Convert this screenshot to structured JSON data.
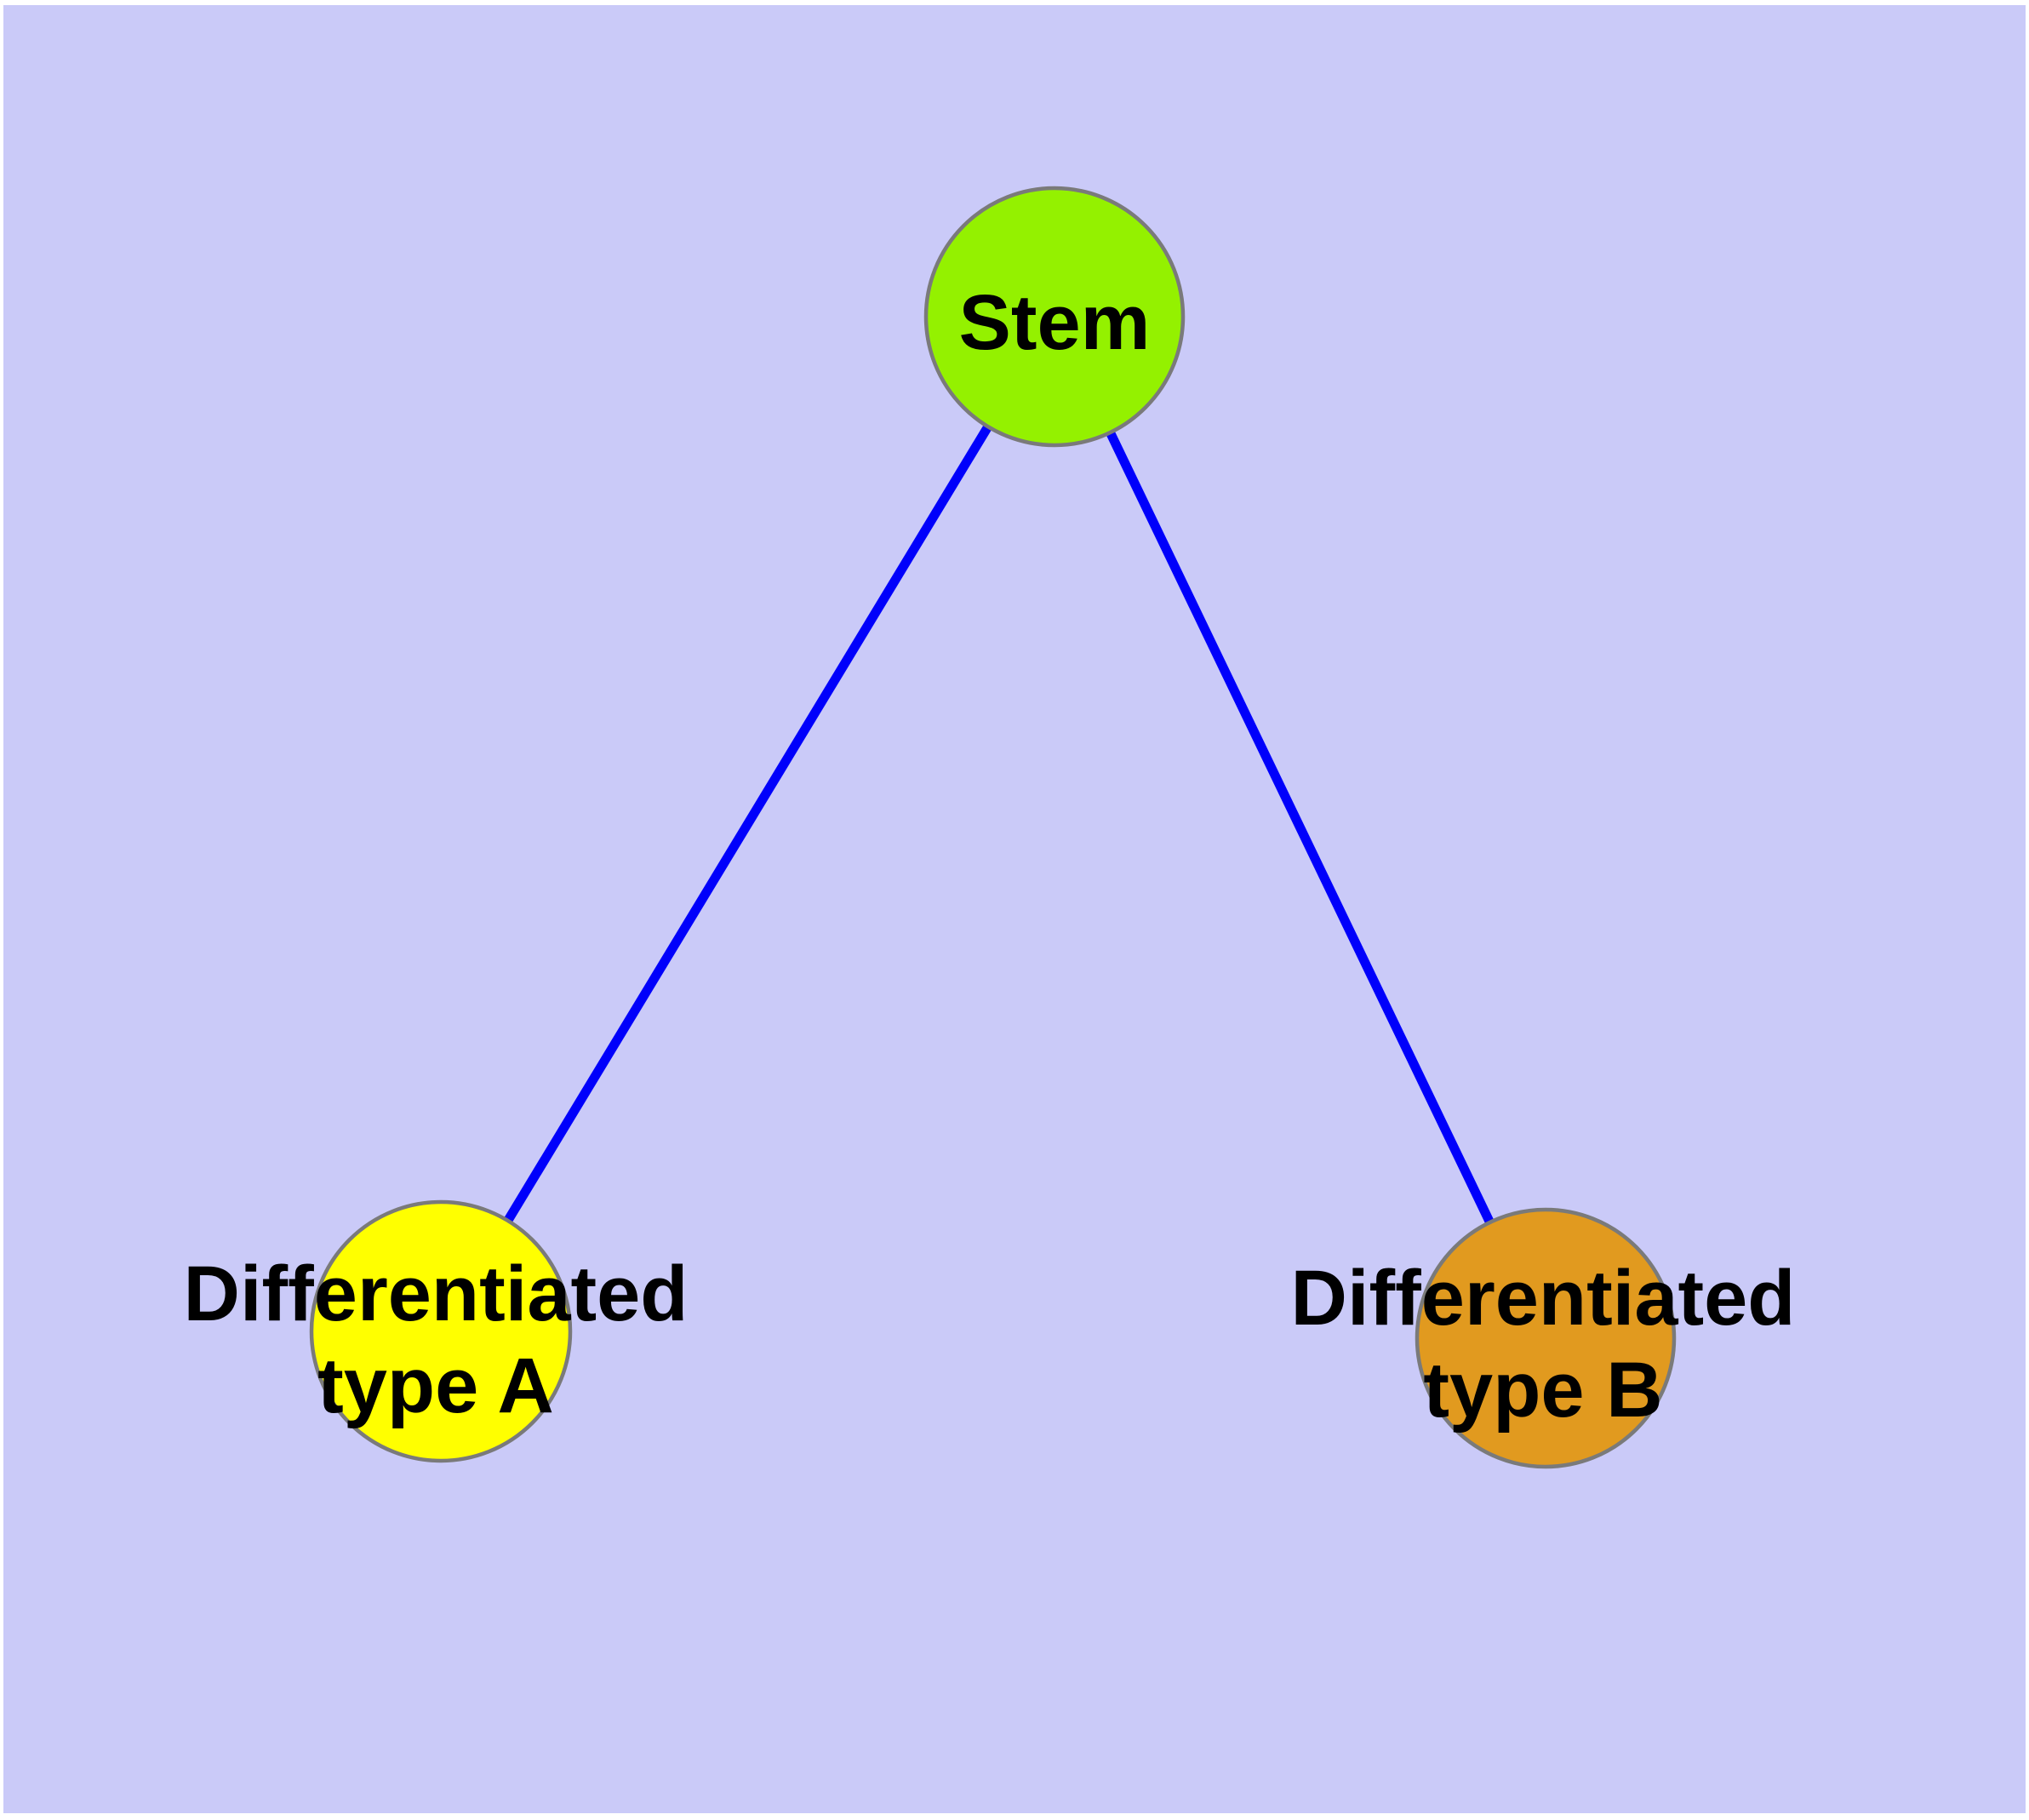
{
  "canvas": {
    "background_color": "#CACAF8",
    "frame_color": "#FFFFFF"
  },
  "graph": {
    "text_color": "#000000",
    "node_border_color": "#7A7A7A",
    "nodes": [
      {
        "id": "stem",
        "label": "Stem",
        "fill": "#94F100"
      },
      {
        "id": "differentiated-type-a",
        "label": "Differentiated type A",
        "label_line1": "Differentiated",
        "label_line2": "type A",
        "fill": "#FFFF00"
      },
      {
        "id": "differentiated-type-b",
        "label": "Differentiated type B",
        "label_line1": "Differentiated",
        "label_line2": "type B",
        "fill": "#E19A1F"
      }
    ],
    "edges": [
      {
        "from": "stem",
        "to": "differentiated-type-a",
        "color": "#0000FB"
      },
      {
        "from": "stem",
        "to": "differentiated-type-b",
        "color": "#0000FB"
      }
    ]
  }
}
